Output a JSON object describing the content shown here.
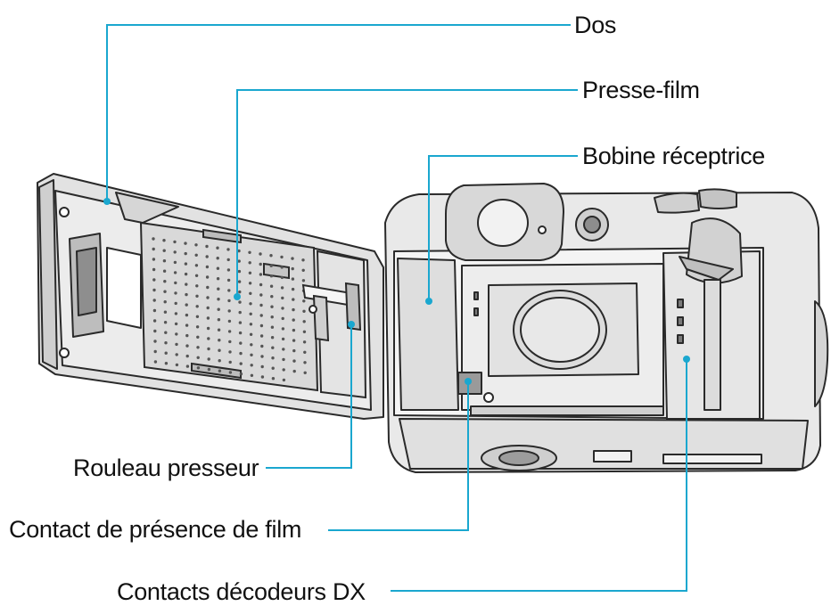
{
  "labels": {
    "dos": "Dos",
    "presse_film": "Presse-film",
    "bobine_receptrice": "Bobine réceptrice",
    "rouleau_presseur": "Rouleau presseur",
    "contact_presence_film": "Contact de présence de film",
    "contacts_decodeurs_dx": "Contacts décodeurs DX"
  },
  "colors": {
    "leader": "#1aa7cf",
    "outline": "#2a2a2a",
    "body_fill": "#e9e9e9",
    "door_fill": "#e2e2e2",
    "dark_fill": "#c9c9c9",
    "text": "#111111"
  }
}
